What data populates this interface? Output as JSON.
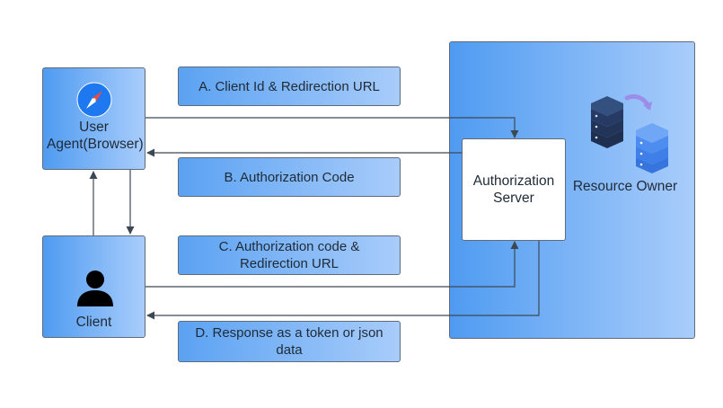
{
  "nodes": {
    "user_agent": "User Agent(Browser)",
    "client": "Client",
    "authorization_server": "Authorization Server",
    "resource_owner": "Resource Owner"
  },
  "steps": [
    {
      "label": "A. Client Id & Redirection URL"
    },
    {
      "label": "B. Authorization Code"
    },
    {
      "label": "C. Authorization code & Redirection URL"
    },
    {
      "label": "D. Response as a token or json data"
    }
  ],
  "icons": {
    "user_agent": "compass-icon",
    "client": "person-icon",
    "resource_owner": "server-stack-icon"
  },
  "colors": {
    "box_left": "#4f9bf1",
    "box_right": "#a9cdfb",
    "line": "#3d4855",
    "server_dark": "#263a63",
    "server_light": "#4d8df0"
  }
}
